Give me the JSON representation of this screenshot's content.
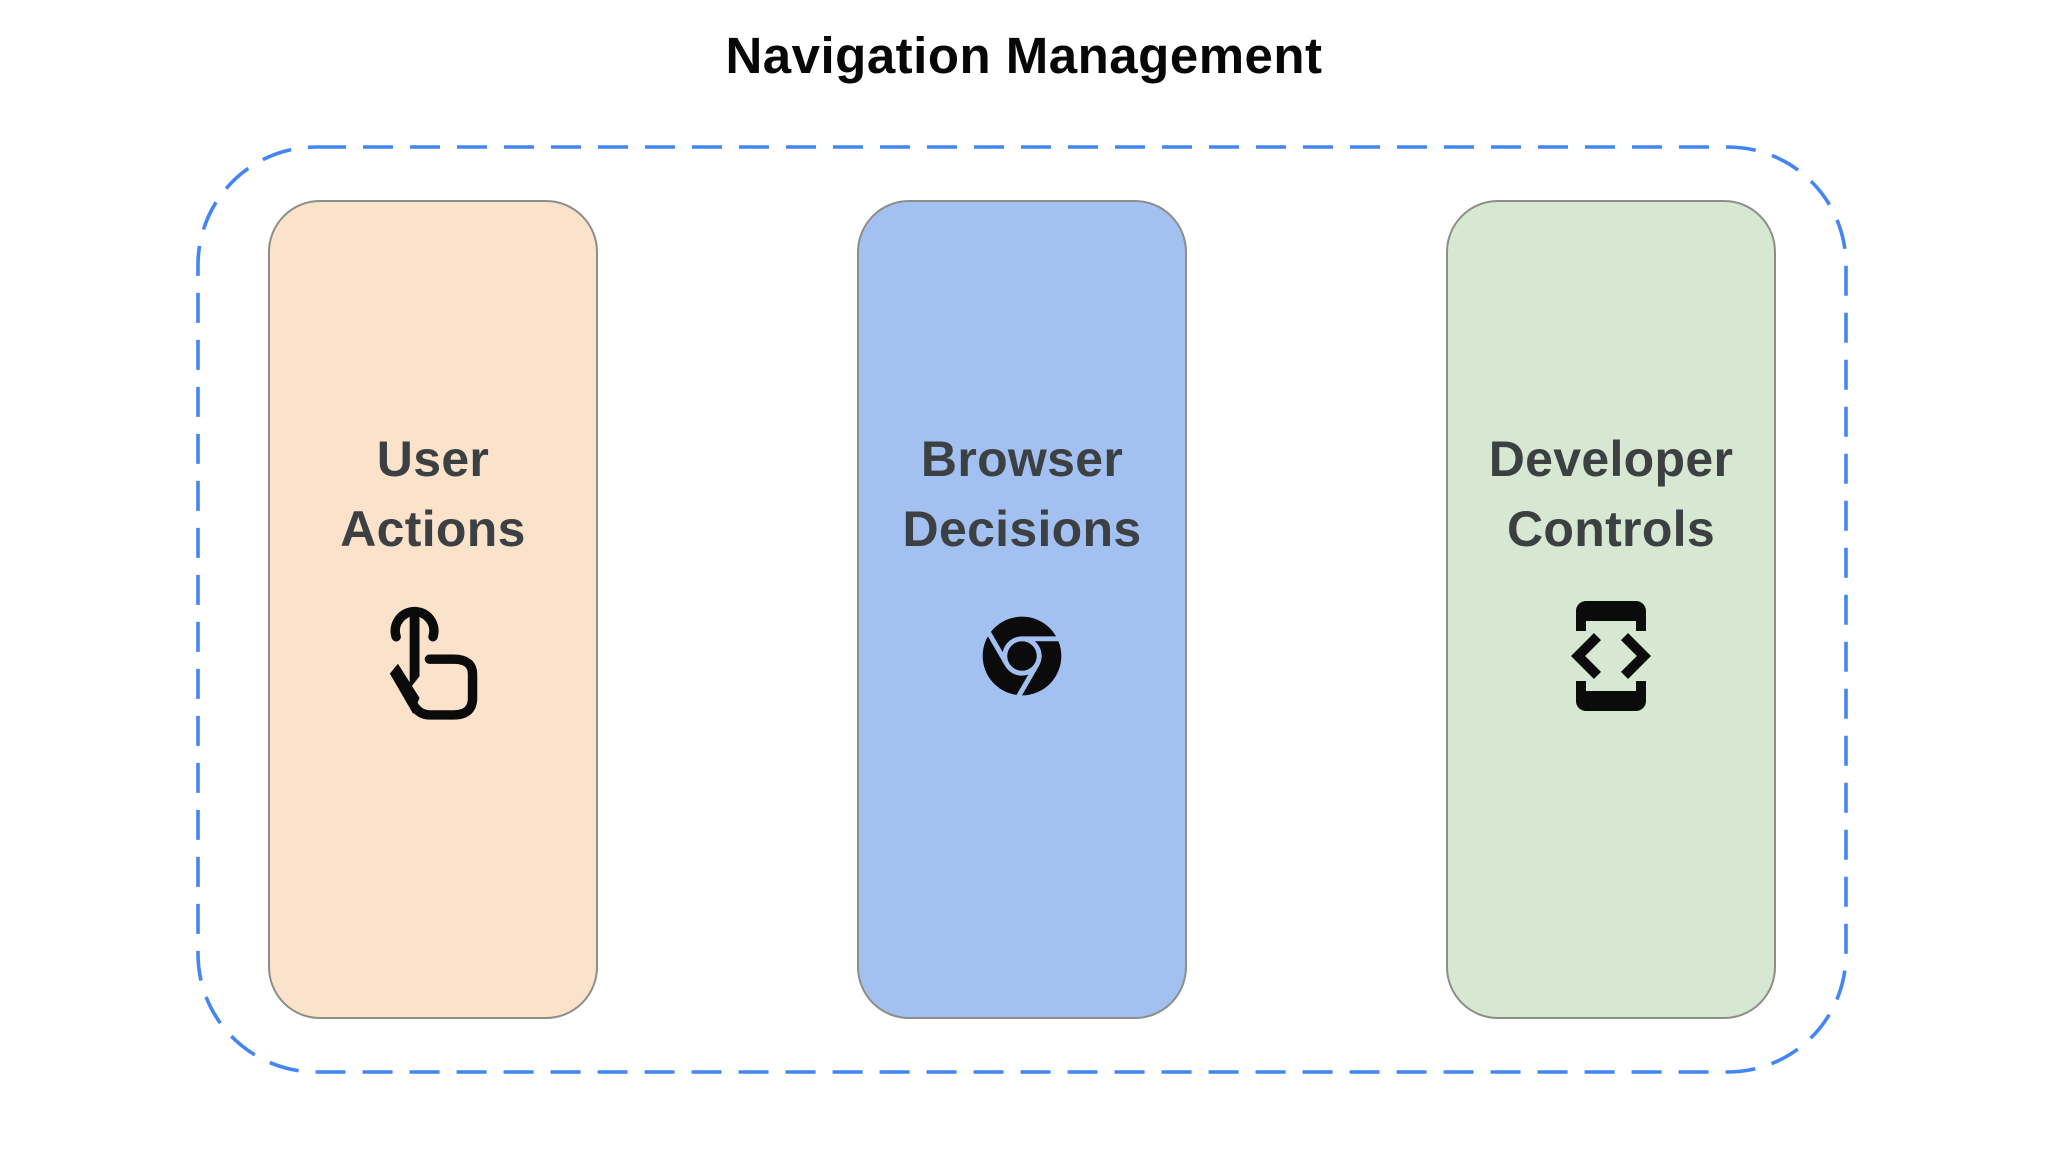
{
  "title": "Navigation Management",
  "frame": {
    "border_color": "#4285F4",
    "border_style": "dashed"
  },
  "cards": [
    {
      "id": "user-actions",
      "label": "User\nActions",
      "icon": "tap-gesture-icon",
      "bg_color": "#FBE3CB",
      "text_color": "#3C4043"
    },
    {
      "id": "browser-decisions",
      "label": "Browser\nDecisions",
      "icon": "chrome-icon",
      "bg_color": "#A2C0F0",
      "text_color": "#3C4043"
    },
    {
      "id": "developer-controls",
      "label": "Developer\nControls",
      "icon": "developer-mode-icon",
      "bg_color": "#D6E8D1",
      "text_color": "#3C4043"
    }
  ],
  "icon_color": "#0b0b0b"
}
